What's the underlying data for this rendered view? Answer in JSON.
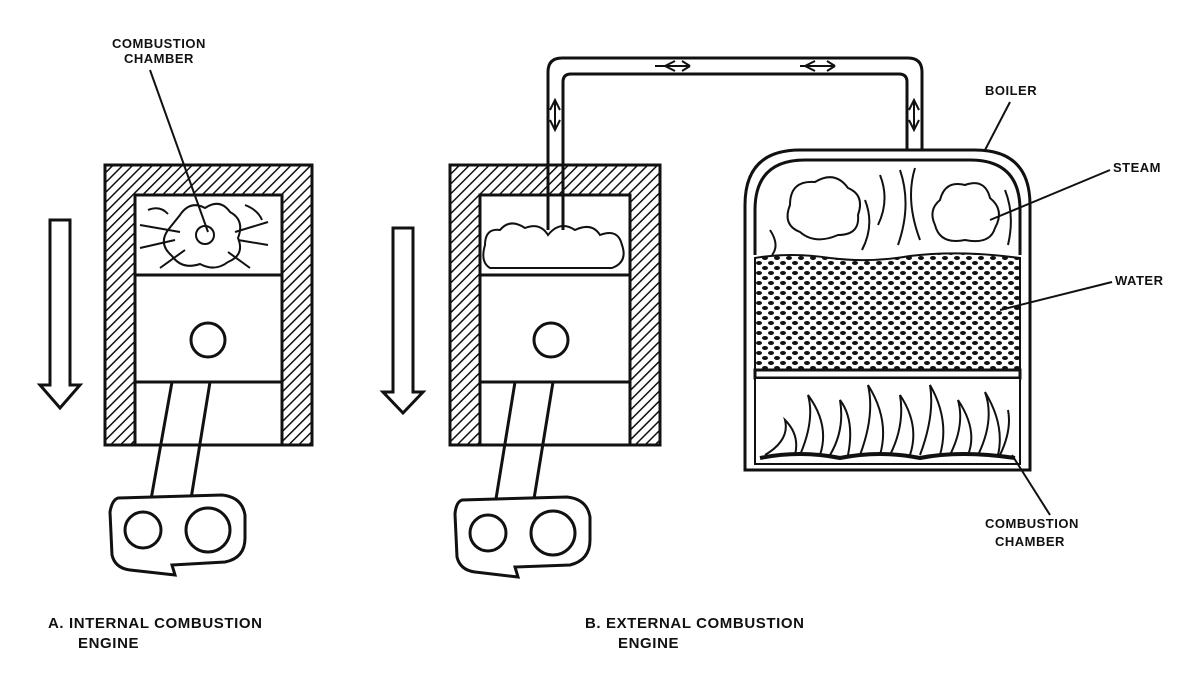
{
  "labels": {
    "internal_chamber_line1": "COMBUSTION",
    "internal_chamber_line2": "CHAMBER",
    "boiler": "BOILER",
    "steam": "STEAM",
    "water": "WATER",
    "external_chamber_line1": "COMBUSTION",
    "external_chamber_line2": "CHAMBER"
  },
  "captions": {
    "a_line1": "A.  INTERNAL COMBUSTION",
    "a_line2": "ENGINE",
    "b_line1": "B.   EXTERNAL COMBUSTION",
    "b_line2": "ENGINE"
  },
  "colors": {
    "ink": "#111111",
    "paper": "#ffffff"
  }
}
